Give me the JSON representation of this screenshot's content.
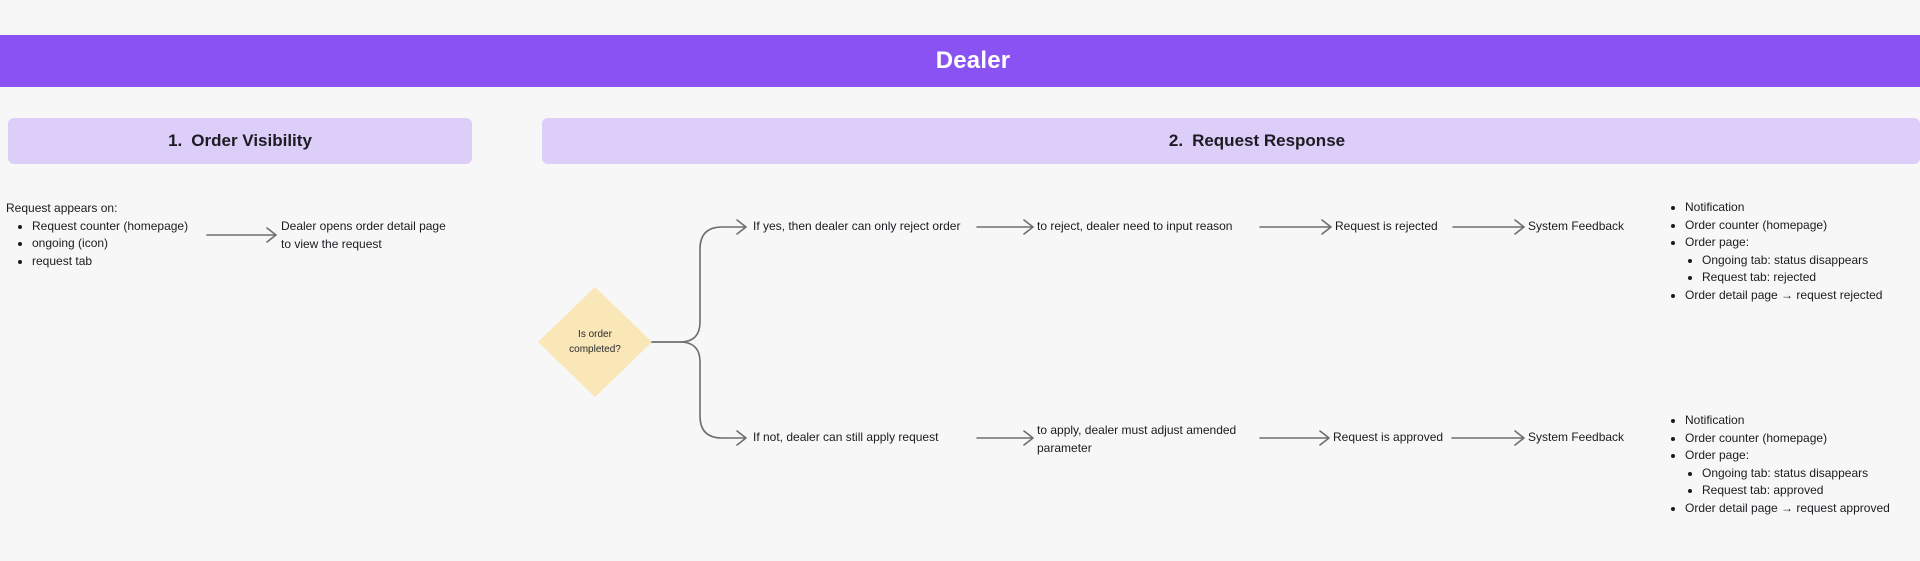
{
  "canvas": {
    "bg": "#f7f7f8",
    "line_color": "#6e6e6e"
  },
  "header": {
    "title": "Dealer",
    "bg": "#8a52f3"
  },
  "sections": {
    "bg": "#dccdf9",
    "items": [
      {
        "number": "1.",
        "title": "Order Visibility"
      },
      {
        "number": "2.",
        "title": "Request Response"
      }
    ]
  },
  "order_visibility": {
    "heading": "Request appears on:",
    "bullets": [
      "Request counter (homepage)",
      "ongoing (icon)",
      "request tab"
    ],
    "result_lines": [
      "Dealer opens order detail page",
      "to view the request"
    ]
  },
  "decision": {
    "fill": "#fae7b7",
    "lines": [
      "Is order",
      "completed?"
    ]
  },
  "branches": [
    {
      "condition": "If yes, then dealer can only reject order",
      "action_lines": [
        "to reject, dealer need to input reason"
      ],
      "status": "Request is rejected",
      "feedback": "System Feedback",
      "outcomes": {
        "item1": "Notification",
        "item2": "Order counter (homepage)",
        "item3": "Order page:",
        "item3_sub1": "Ongoing tab: status disappears",
        "item3_sub2": "Request tab: rejected",
        "item4": "Order detail page → request rejected"
      }
    },
    {
      "condition": "If not, dealer can still apply request",
      "action_lines": [
        "to apply, dealer must adjust amended",
        "parameter"
      ],
      "status": "Request is approved",
      "feedback": "System Feedback",
      "outcomes": {
        "item1": "Notification",
        "item2": "Order counter (homepage)",
        "item3": "Order page:",
        "item3_sub1": "Ongoing tab: status disappears",
        "item3_sub2": "Request tab: approved",
        "item4": "Order detail page → request approved"
      }
    }
  ]
}
